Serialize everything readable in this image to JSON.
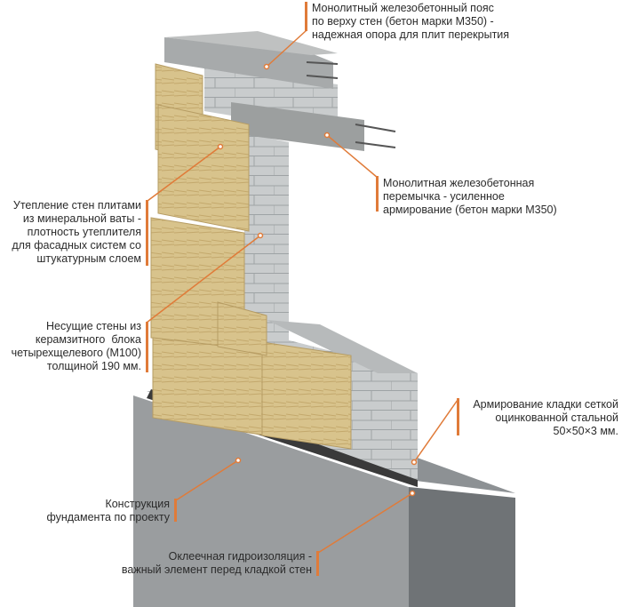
{
  "accent_color": "#e07b39",
  "labels": {
    "ring_beam": "Монолитный железобетонный пояс\nпо верху стен (бетон марки М350) -\nнадежная опора для плит перекрытия",
    "lintel": "Монолитная железобетонная\nперемычка - усиленное\nармирование (бетон марки М350)",
    "insulation": "Утепление стен плитами\nиз минеральной ваты -\nплотность утеплителя\nдля фасадных систем со\nштукатурным слоем",
    "walls": "Несущие стены из\nкерамзитного  блока\nчетырехщелевого (М100)\nтолщиной 190 мм.",
    "mesh": "Армирование кладки сеткой\nоцинкованной стальной\n50×50×3 мм.",
    "foundation": "Конструкция\nфундамента по проекту",
    "waterproofing": "Оклеечная гидроизоляция -\nважный элемент перед кладкой стен"
  }
}
